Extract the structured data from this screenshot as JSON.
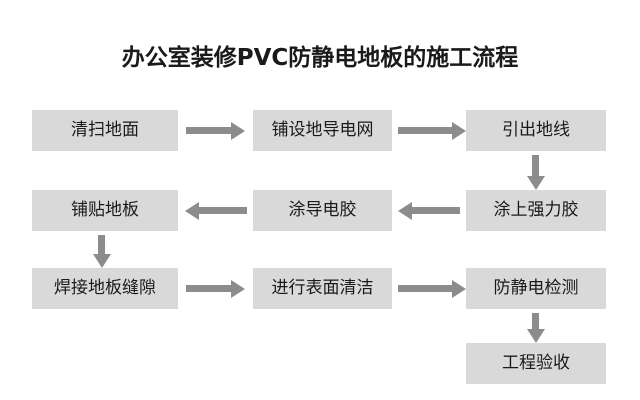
{
  "title": "办公室装修PVC防静电地板的施工流程",
  "diagram": {
    "type": "flowchart",
    "node_fill_color": "#d9d9d9",
    "arrow_color": "#8c8c8c",
    "text_color": "#1a1a1a",
    "background_color": "#ffffff",
    "nodes": [
      {
        "id": "n1",
        "label": "清扫地面",
        "row": 1,
        "col": "left"
      },
      {
        "id": "n2",
        "label": "铺设地导电网",
        "row": 1,
        "col": "mid"
      },
      {
        "id": "n3",
        "label": "引出地线",
        "row": 1,
        "col": "right"
      },
      {
        "id": "n4",
        "label": "涂上强力胶",
        "row": 2,
        "col": "right"
      },
      {
        "id": "n5",
        "label": "涂导电胶",
        "row": 2,
        "col": "mid"
      },
      {
        "id": "n6",
        "label": "铺贴地板",
        "row": 2,
        "col": "left"
      },
      {
        "id": "n7",
        "label": "焊接地板缝隙",
        "row": 3,
        "col": "left"
      },
      {
        "id": "n8",
        "label": "进行表面清洁",
        "row": 3,
        "col": "mid"
      },
      {
        "id": "n9",
        "label": "防静电检测",
        "row": 3,
        "col": "right"
      },
      {
        "id": "n10",
        "label": "工程验收",
        "row": 4,
        "col": "right"
      }
    ],
    "edges": [
      {
        "from": "n1",
        "to": "n2",
        "direction": "right"
      },
      {
        "from": "n2",
        "to": "n3",
        "direction": "right"
      },
      {
        "from": "n3",
        "to": "n4",
        "direction": "down"
      },
      {
        "from": "n4",
        "to": "n5",
        "direction": "left"
      },
      {
        "from": "n5",
        "to": "n6",
        "direction": "left"
      },
      {
        "from": "n6",
        "to": "n7",
        "direction": "down"
      },
      {
        "from": "n7",
        "to": "n8",
        "direction": "right"
      },
      {
        "from": "n8",
        "to": "n9",
        "direction": "right"
      },
      {
        "from": "n9",
        "to": "n10",
        "direction": "down"
      }
    ]
  }
}
